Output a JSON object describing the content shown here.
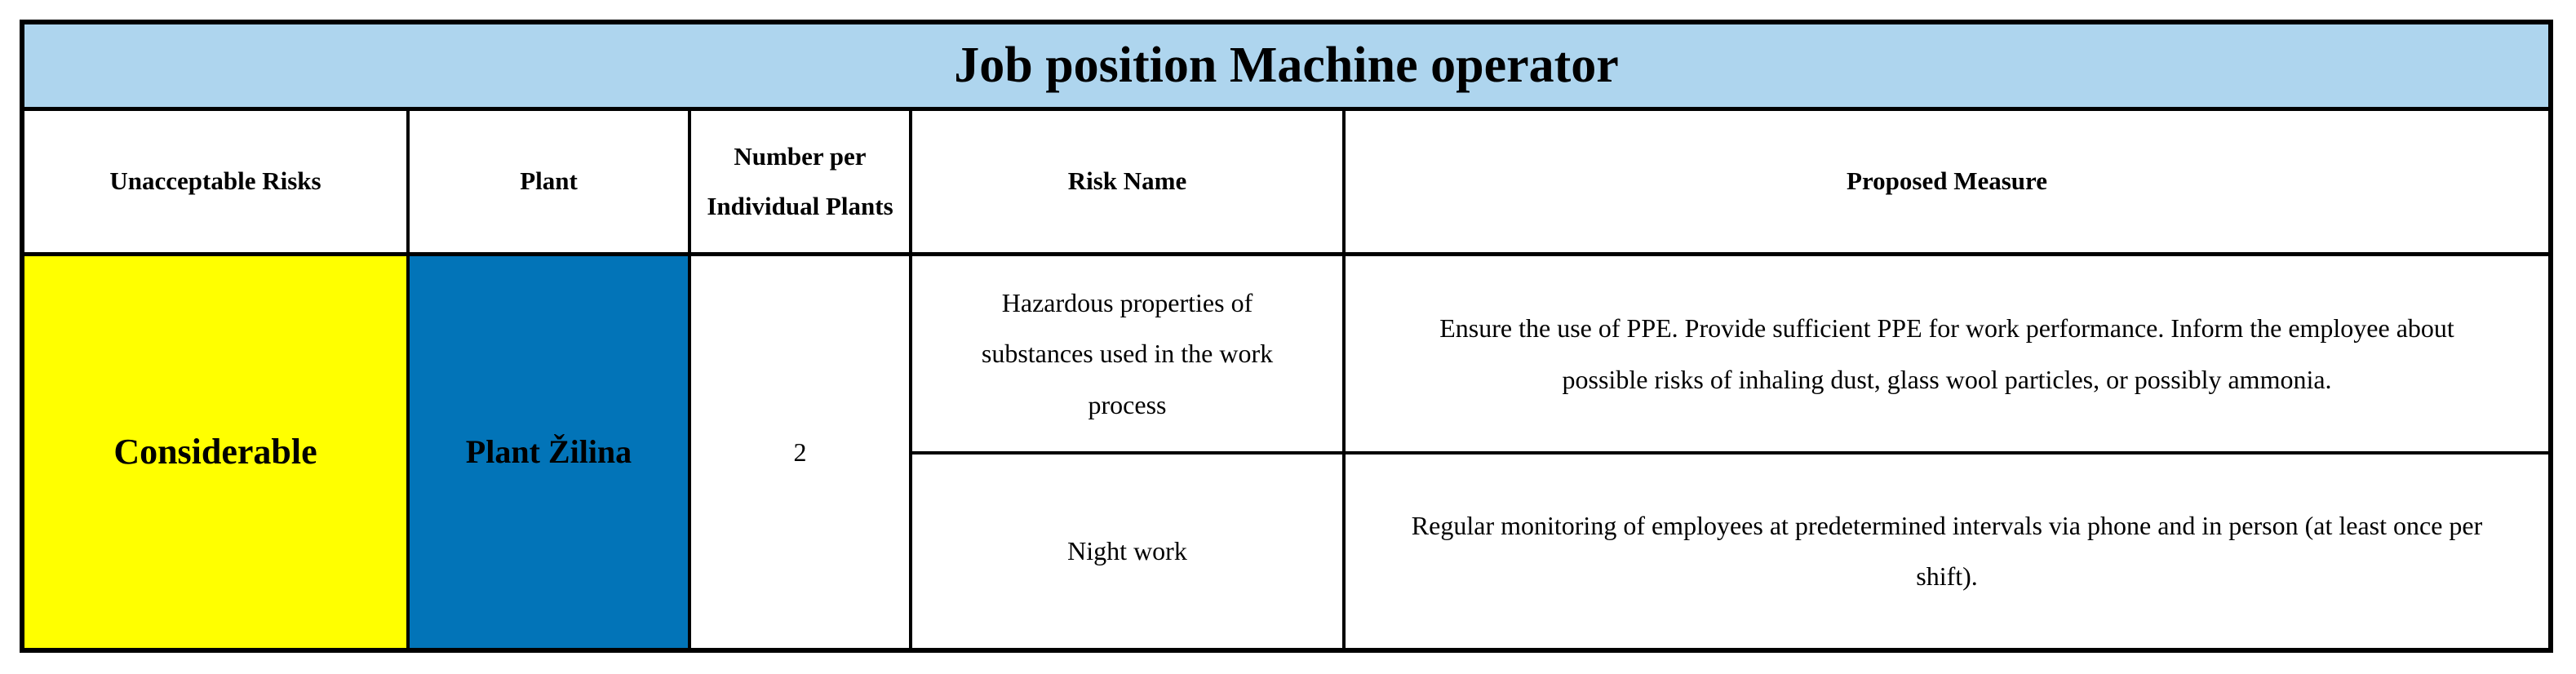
{
  "table": {
    "title": "Job position Machine operator",
    "headers": {
      "risk_level": "Unacceptable Risks",
      "plant": "Plant",
      "number": "Number per Individual Plants",
      "risk_name": "Risk Name",
      "measure": "Proposed Measure"
    },
    "body": {
      "risk_level": "Considerable",
      "plant": "Plant Žilina",
      "number": "2",
      "rows": [
        {
          "risk_name": "Hazardous properties of substances used in the work process",
          "measure": "Ensure the use of PPE. Provide sufficient PPE for work performance. Inform the employee about possible risks of inhaling dust, glass wool particles, or possibly ammonia."
        },
        {
          "risk_name": "Night work",
          "measure": "Regular monitoring of employees at predetermined intervals via phone and in person (at least once per shift)."
        }
      ]
    },
    "colors": {
      "title_bg": "#aed5ee",
      "risk_header_bg": "#fdc9ad",
      "risk_level_bg": "#ffff00",
      "plant_bg": "#0274b8",
      "border": "#000000",
      "text": "#000000"
    }
  }
}
